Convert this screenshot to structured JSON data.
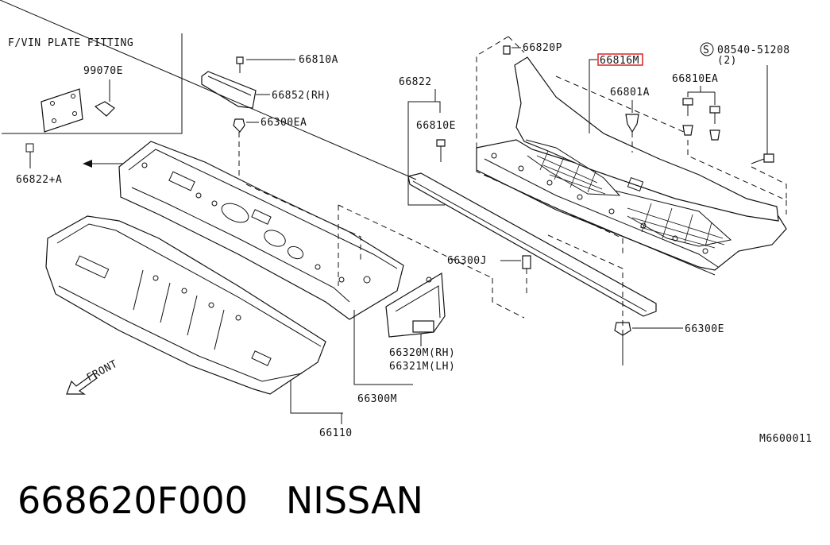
{
  "labels": {
    "fvin_plate": "F/VIN PLATE FITTING",
    "p99070E": "99070E",
    "p66822A": "66822+A",
    "p66810A": "66810A",
    "p66852": "66852(RH)",
    "p66300EA": "66300EA",
    "p66822": "66822",
    "p66810E": "66810E",
    "p66820P": "66820P",
    "p66816M": "66816M",
    "p66801A": "66801A",
    "p08540": "08540-51208",
    "p08540qty": "(2)",
    "p66810EA": "66810EA",
    "p66300J": "66300J",
    "p66300E": "66300E",
    "p66320M": "66320M(RH)",
    "p66321M": "66321M(LH)",
    "p66300M": "66300M",
    "p66110": "66110",
    "front": "FRONT",
    "diagram_code": "M6600011",
    "screw_symbol": "S"
  },
  "footer": {
    "part_number": "668620F000",
    "brand": "NISSAN"
  },
  "colors": {
    "line": "#111111",
    "highlight": "#e03030"
  }
}
